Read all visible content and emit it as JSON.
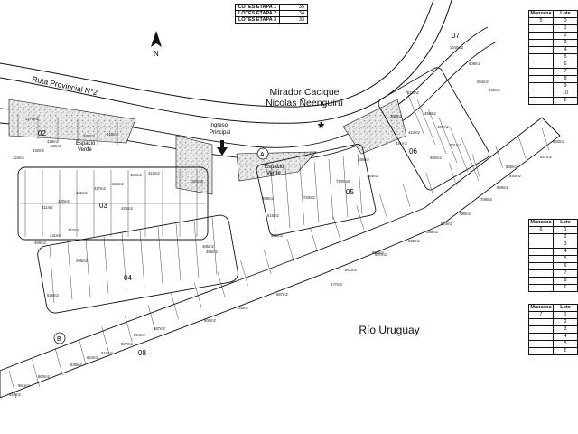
{
  "stage_table": [
    {
      "label": "LOTES ETAPA 1",
      "count": "35"
    },
    {
      "label": "LOTES ETAPA 2",
      "count": "34"
    },
    {
      "label": "LOTES ETAPA 3",
      "count": "33"
    }
  ],
  "north_label": "N",
  "road_label": "Ruta Provincial N°2",
  "mirador": {
    "line1": "Mirador Cacique",
    "line2": "Nicolas Ñeenguirú"
  },
  "ingreso": {
    "line1": "Ingreso",
    "line2": "Principal"
  },
  "river_label": "Río Uruguay",
  "markers": {
    "a": "A",
    "b": "B"
  },
  "green_space": {
    "line1": "Espacio",
    "line2": "Verde"
  },
  "block_numbers": [
    "02",
    "03",
    "04",
    "05",
    "06",
    "07",
    "08"
  ],
  "lot_areas": [
    "1179m2",
    "429m2",
    "387m2",
    "415m2",
    "432m2",
    "424m2",
    "429m2",
    "1321m2",
    "465m2",
    "427m2",
    "424m2",
    "426m2",
    "418m2",
    "430m2",
    "425m2",
    "411m2",
    "431m2",
    "422m2",
    "488m2",
    "495m2",
    "525m2",
    "485m2",
    "466m2",
    "469m2",
    "720m2",
    "515m2",
    "523m2",
    "7200m2",
    "488m2",
    "464m2",
    "1040m2",
    "512m2",
    "386m2",
    "468m2",
    "441m2",
    "413m2",
    "400m2",
    "501m2",
    "560m2",
    "554m2",
    "568m2",
    "609m2",
    "693m2",
    "657m2",
    "640m2",
    "645m2",
    "626m2",
    "708m2",
    "798m2",
    "584m2",
    "596m2",
    "595m2",
    "597m2",
    "598m2",
    "661m2",
    "577m2",
    "587m2",
    "726m2",
    "600m2",
    "587m2",
    "617m2",
    "624m2",
    "636m2",
    "660m2",
    "661m2",
    "594m2",
    "507m2",
    "642m2"
  ],
  "manzana_tables": [
    {
      "header": {
        "manzana": "Manzana",
        "lote": "Lote"
      },
      "manzana": "5",
      "lotes": [
        "0",
        "1",
        "2",
        "3",
        "4",
        "5",
        "6",
        "7",
        "8",
        "9",
        "10",
        "Σ"
      ]
    },
    {
      "header": {
        "manzana": "Manzana",
        "lote": "Lote"
      },
      "manzana": "6",
      "lotes": [
        "1",
        "2",
        "3",
        "4",
        "5",
        "6",
        "7",
        "8",
        "Σ"
      ]
    },
    {
      "header": {
        "manzana": "Manzana",
        "lote": "Lote"
      },
      "manzana": "7",
      "lotes": [
        "1",
        "2",
        "3",
        "4",
        "5",
        "Σ"
      ]
    }
  ],
  "colors": {
    "line": "#111111",
    "green": "#bdbdbd",
    "paper": "#ffffff"
  }
}
